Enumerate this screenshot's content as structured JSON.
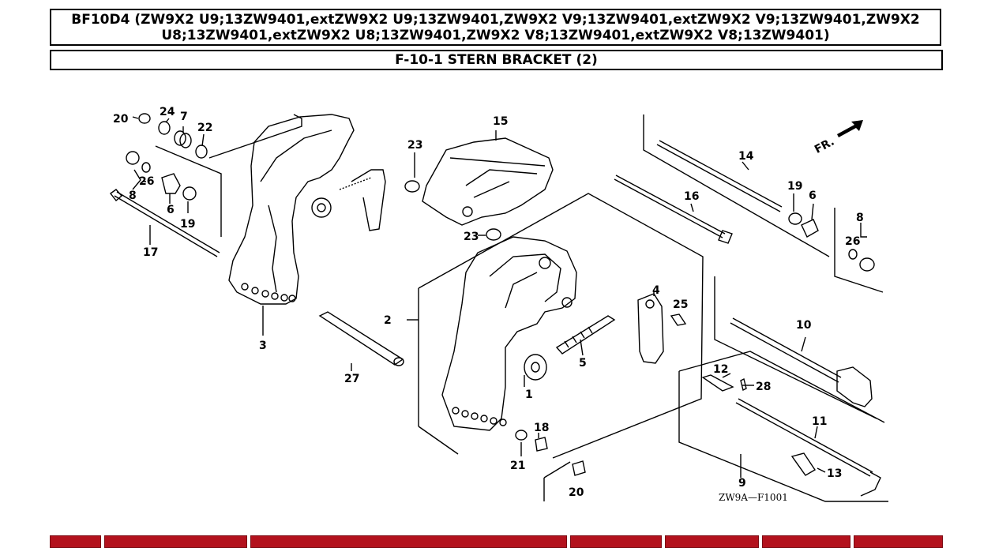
{
  "header": {
    "model_title": "BF10D4 (ZW9X2 U9;13ZW9401,extZW9X2 U9;13ZW9401,ZW9X2 V9;13ZW9401,extZW9X2 V9;13ZW9401,ZW9X2 U8;13ZW9401,extZW9X2 U8;13ZW9401,ZW9X2 V8;13ZW9401,extZW9X2 V8;13ZW9401)",
    "section_title": "F-10-1 STERN BRACKET (2)"
  },
  "diagram": {
    "labels": {
      "l20a": "20",
      "l24": "24",
      "l7": "7",
      "l22": "22",
      "l26a": "26",
      "l8a": "8",
      "l6a": "6",
      "l19a": "19",
      "l17": "17",
      "l3": "3",
      "l27": "27",
      "l23a": "23",
      "l15": "15",
      "l23b": "23",
      "l2": "2",
      "l1": "1",
      "l5": "5",
      "l4": "4",
      "l25": "25",
      "l14": "14",
      "l16": "16",
      "l19b": "19",
      "l6b": "6",
      "l8b": "8",
      "l26b": "26",
      "l10": "10",
      "l12": "12",
      "l28": "28",
      "l11": "11",
      "l13": "13",
      "l9": "9",
      "l18": "18",
      "l21": "21",
      "l20b": "20"
    },
    "direction_label": "FR.",
    "drawing_code": "ZW9A—F1001"
  },
  "colors": {
    "table_header": "#b3121d"
  }
}
